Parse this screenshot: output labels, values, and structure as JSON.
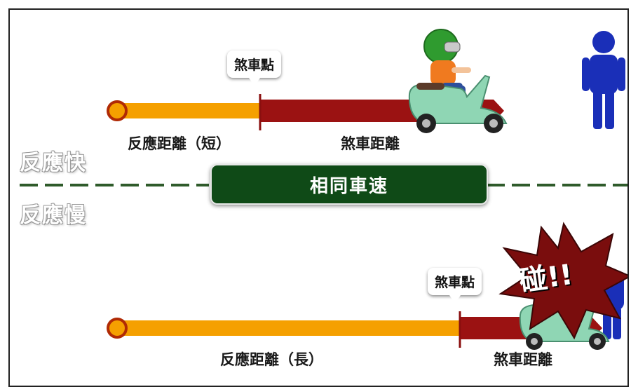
{
  "labels": {
    "fast_reaction": "反應快",
    "slow_reaction": "反應慢",
    "same_speed": "相同車速",
    "brake_point": "煞車點",
    "reaction_short": "反應距離（短）",
    "braking_distance": "煞車距離",
    "reaction_long": "反應距離（長）",
    "crash": "碰!!"
  },
  "colors": {
    "reaction_bar": "#f5a000",
    "braking_bar": "#9b1212",
    "banner": "#0f4a17",
    "pedestrian": "#1a2fb8",
    "scooter": "#8fd6b4",
    "helmet": "#2f9b2f"
  }
}
